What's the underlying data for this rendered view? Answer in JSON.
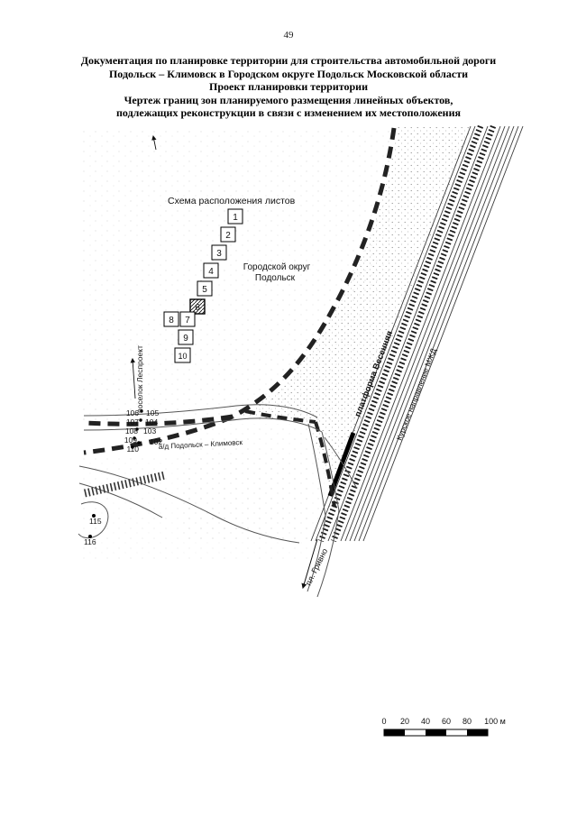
{
  "page": {
    "number": "49"
  },
  "title": {
    "lines": [
      "Документация по планировке территории для строительства автомобильной дороги",
      "Подольск – Климовск в Городском округе Подольск Московской области",
      "Проект планировки территории",
      "Чертеж границ зон планируемого размещения линейных объектов,",
      "подлежащих реконструкции в связи с изменением их местоположения"
    ]
  },
  "map": {
    "scheme_label": "Схема расположения листов",
    "sheet_numbers": [
      "1",
      "2",
      "3",
      "4",
      "5",
      "6",
      "7",
      "8",
      "9",
      "10"
    ],
    "district": {
      "line1": "Городской округ",
      "line2": "Подольск"
    },
    "settlement_label": "поселок Леспроект",
    "road_label": "а/д Подольск – Климовск",
    "platform_label": "платформа Весенняя",
    "railway_label": "Курское направление МЖД",
    "station_label": "пл. Гривно",
    "points": {
      "left": [
        "106",
        "107",
        "108",
        "109",
        "110"
      ],
      "right": [
        "105",
        "104",
        "103",
        "102"
      ],
      "south": [
        "115",
        "116"
      ]
    }
  },
  "scale_bar": {
    "ticks": [
      "0",
      "20",
      "40",
      "60",
      "80",
      "100 м"
    ]
  }
}
